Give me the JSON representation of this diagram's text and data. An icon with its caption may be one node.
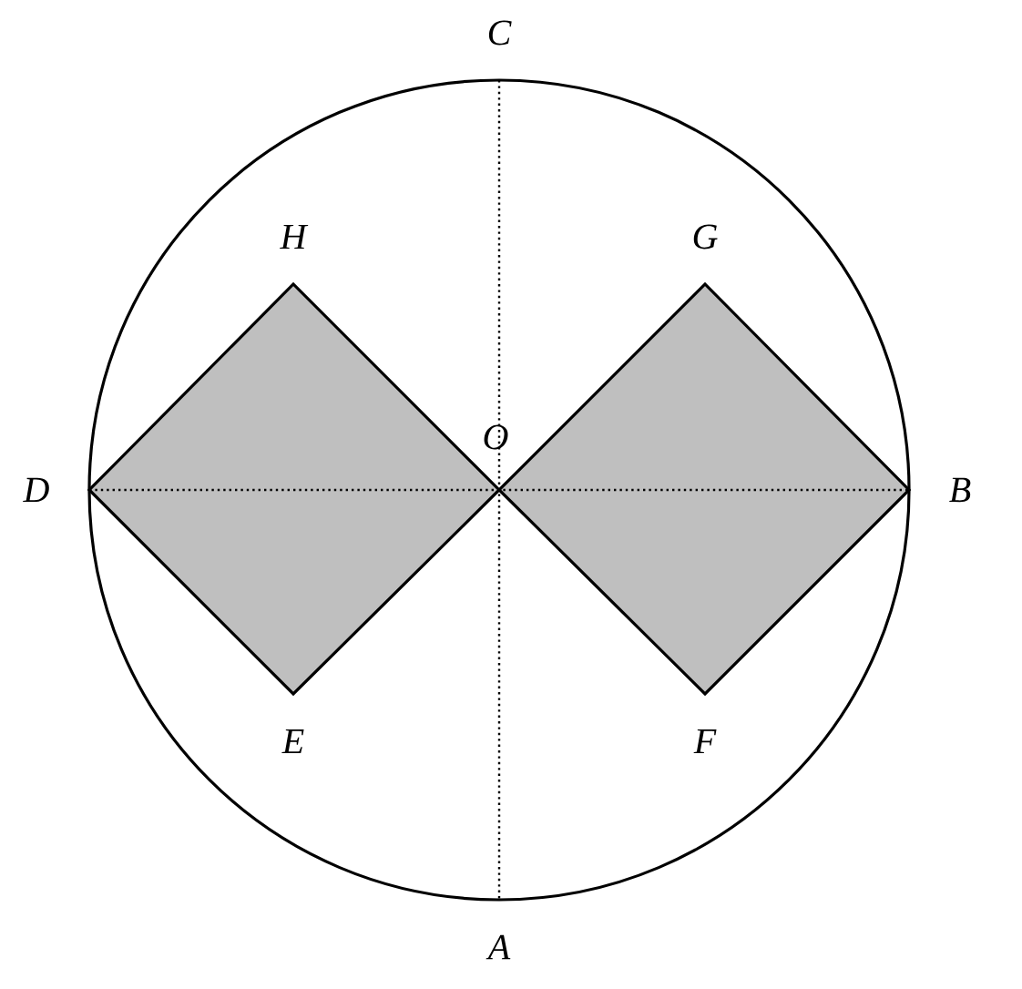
{
  "diagram": {
    "labels": [
      "C",
      "H",
      "G",
      "O",
      "D",
      "B",
      "E",
      "F",
      "A"
    ]
  }
}
